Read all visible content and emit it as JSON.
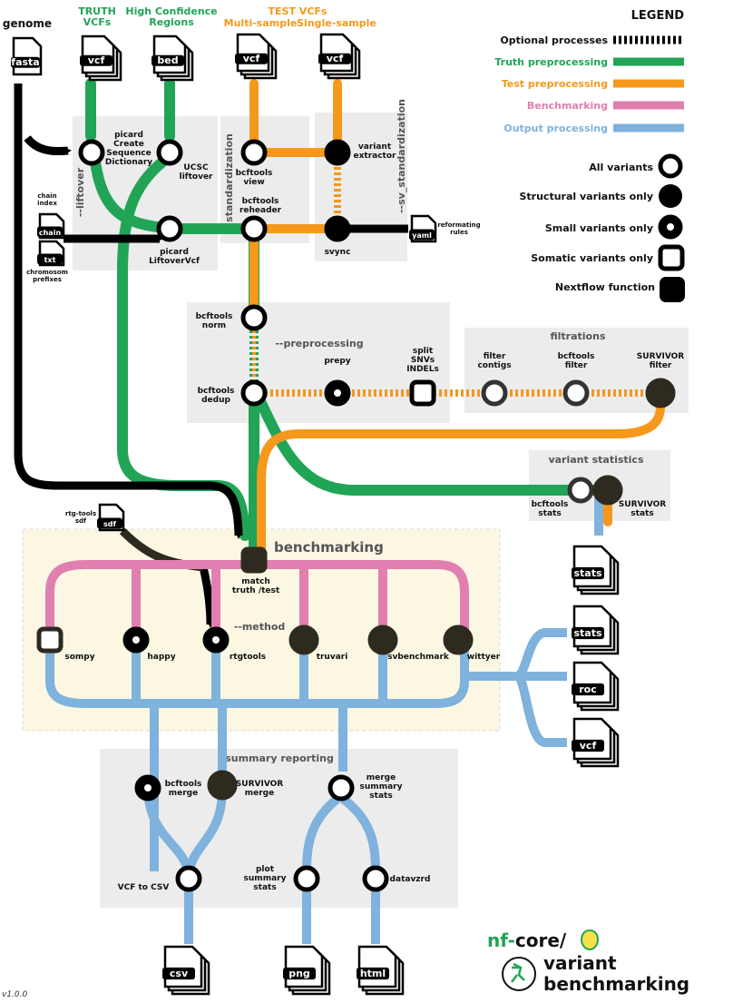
{
  "inputs": {
    "genome": "genome",
    "fasta": "fasta",
    "truth_title": [
      "TRUTH",
      "VCFs"
    ],
    "truth_file": "vcf",
    "hc_title": [
      "High Confidence",
      "Regions"
    ],
    "hc_file": "bed",
    "test_title": "TEST VCFs",
    "multi": "Multi-sample",
    "single": "Single-sample",
    "test_multi_file": "vcf",
    "test_single_file": "vcf",
    "chain_label": [
      "chain",
      "index"
    ],
    "chain_file": "chain",
    "txt_file": "txt",
    "txt_label": [
      "chromosom",
      "prefixes"
    ],
    "yaml_file": "yaml",
    "yaml_label": [
      "reformating",
      "rules"
    ],
    "sdf_label": [
      "rtg-tools",
      "sdf"
    ],
    "sdf_file": "sdf"
  },
  "groups": {
    "liftover": "--liftover",
    "standardization": "standardization",
    "sv_standardization": "--sv_standardization",
    "preprocessing": "--preprocessing",
    "filtrations": "filtrations",
    "variant_statistics": "variant statistics",
    "benchmarking": "benchmarking",
    "method": "--method",
    "summary_reporting": "summary reporting"
  },
  "nodes": {
    "picard_csd": [
      "picard",
      "Create",
      "Sequence",
      "Dictionary"
    ],
    "ucsc": [
      "UCSC",
      "liftover"
    ],
    "picard_lv": [
      "picard",
      "LiftoverVcf"
    ],
    "bcftools_view": [
      "bcftools",
      "view"
    ],
    "bcftools_reheader": [
      "bcftools",
      "reheader"
    ],
    "variant_extractor": [
      "variant",
      "extractor"
    ],
    "svync": "svync",
    "bcftools_norm": [
      "bcftools",
      "norm"
    ],
    "bcftools_dedup": [
      "bcftools",
      "dedup"
    ],
    "prepy": "prepy",
    "split": [
      "split",
      "SNVs",
      "INDELs"
    ],
    "filter_contigs": [
      "filter",
      "contigs"
    ],
    "bcftools_filter": [
      "bcftools",
      "filter"
    ],
    "survivor_filter": [
      "SURVIVOR",
      "filter"
    ],
    "bcftools_stats": [
      "bcftools",
      "stats"
    ],
    "survivor_stats": [
      "SURVIVOR",
      "stats"
    ],
    "match": [
      "match",
      "truth /test"
    ],
    "sompy": "sompy",
    "happy": "happy",
    "rtgtools": "rtgtools",
    "truvari": "truvari",
    "svbenchmark": "svbenchmark",
    "wittyer": "wittyer",
    "bcftools_merge": [
      "bcftools",
      "merge"
    ],
    "survivor_merge": [
      "SURVIVOR",
      "merge"
    ],
    "merge_summary": [
      "merge",
      "summary",
      "stats"
    ],
    "vcf_to_csv": "VCF to CSV",
    "plot_summary": [
      "plot",
      "summary",
      "stats"
    ],
    "datavzrd": "datavzrd"
  },
  "outputs": {
    "stats_top": "stats",
    "stats": "stats",
    "roc": "roc",
    "vcf": "vcf",
    "csv": "csv",
    "png": "png",
    "html": "html"
  },
  "legend": {
    "title": "LEGEND",
    "lines": [
      "Optional processes",
      "Truth preprocessing",
      "Test preprocessing",
      "Benchmarking",
      "Output processing"
    ],
    "shapes": [
      "All variants",
      "Structural variants only",
      "Small variants only",
      "Somatic variants only",
      "Nextflow function"
    ]
  },
  "colors": {
    "truth": "#21a456",
    "test": "#f5981c",
    "bench": "#e07fb0",
    "output": "#7fb2dc",
    "box": "#ececec",
    "bench_box": "#fbf7e3"
  },
  "logo": {
    "nf": "nf-",
    "core": "core/",
    "line1": "variant",
    "line2": "benchmarking"
  },
  "version": "v1.0.0"
}
